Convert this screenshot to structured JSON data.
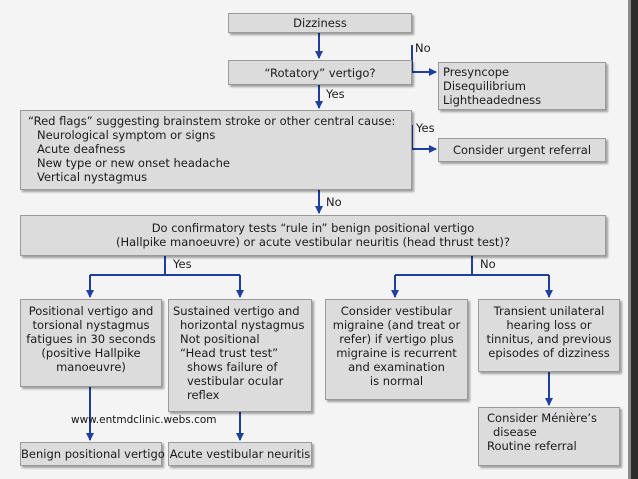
{
  "diagram": {
    "start": "Dizziness",
    "rotatory_q": "“Rotatory” vertigo?",
    "no_rotatory": [
      "Presyncope",
      "Disequilibrium",
      "Lightheadedness"
    ],
    "red_flags": {
      "heading": "“Red flags” suggesting brainstem stroke  or other central cause:",
      "items": [
        "Neurological symptom or signs",
        "Acute deafness",
        "New type or new onset headache",
        "Vertical nystagmus"
      ]
    },
    "urgent_referral": "Consider urgent referral",
    "confirm_q": [
      "Do confirmatory tests “rule in” benign positional vertigo",
      "(Hallpike manoeuvre) or acute vestibular neuritis (head thrust test)?"
    ],
    "positional_box": [
      "Positional vertigo and",
      "torsional nystagmus",
      "fatigues in 30 seconds",
      "(positive Hallpike",
      "manoeuvre)"
    ],
    "sustained_box": {
      "lines": [
        "Sustained vertigo and",
        "horizontal nystagmus"
      ],
      "items": [
        "Not positional",
        "“Head trust test”"
      ],
      "sub": [
        "shows failure of",
        "vestibular ocular",
        "reflex"
      ]
    },
    "migraine_box": [
      "Consider vestibular",
      "migraine (and treat or",
      "refer) if vertigo plus",
      "migraine is recurrent",
      "and examination",
      "is normal"
    ],
    "transient_box": [
      "Transient unilateral",
      "hearing loss or",
      "tinnitus, and previous",
      "episodes of dizziness"
    ],
    "bpv": "Benign positional vertigo",
    "avn": "Acute vestibular neuritis",
    "meniere": [
      "Consider Ménière’s",
      "disease",
      "Routine referral"
    ],
    "labels": {
      "no1": "No",
      "yes1": "Yes",
      "yes2": "Yes",
      "no2": "No",
      "yes3": "Yes",
      "no3": "No"
    }
  },
  "watermark": "www.entmdclinic.webs.com",
  "colors": {
    "arrow": "#1f3f9f",
    "box": "#dcdcdc"
  }
}
